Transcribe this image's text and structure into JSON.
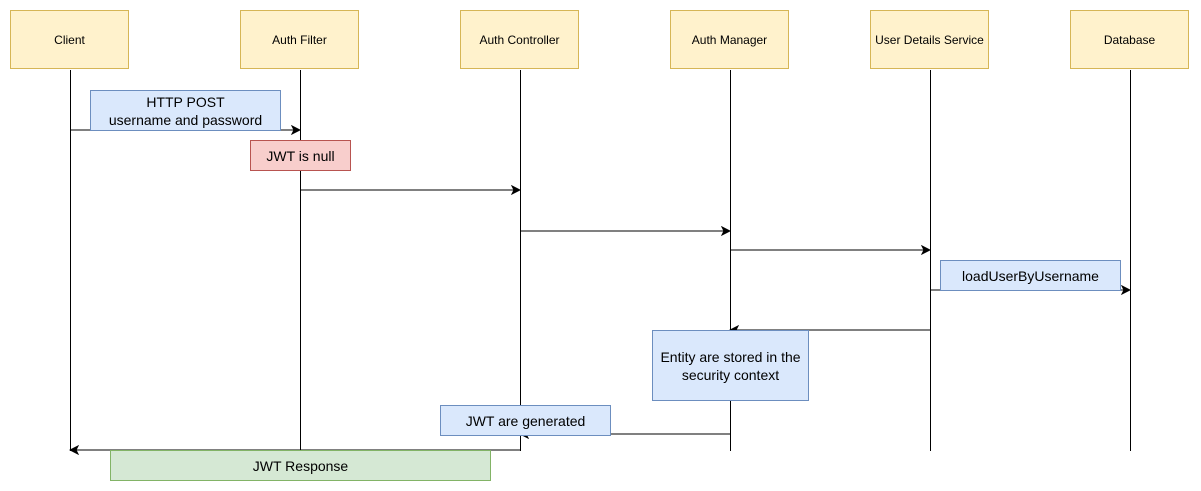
{
  "participants": [
    {
      "label": "Client"
    },
    {
      "label": "Auth Filter"
    },
    {
      "label": "Auth Controller"
    },
    {
      "label": "Auth Manager"
    },
    {
      "label": "User Details Service"
    },
    {
      "label": "Database"
    }
  ],
  "notes": {
    "http_post": "HTTP POST\nusername and password",
    "jwt_null": "JWT is null",
    "load_user": "loadUserByUsername",
    "entity_stored": "Entity are stored in the security context",
    "jwt_generated": "JWT are generated",
    "jwt_response": "JWT Response"
  },
  "messages": [
    {
      "from": 0,
      "to": 1
    },
    {
      "from": 1,
      "to": 2
    },
    {
      "from": 2,
      "to": 3
    },
    {
      "from": 3,
      "to": 4
    },
    {
      "from": 4,
      "to": 5
    },
    {
      "from": 4,
      "to": 3
    },
    {
      "from": 3,
      "to": 2
    },
    {
      "from": 2,
      "to": 0
    }
  ],
  "colors": {
    "participant_fill": "#fff2cc",
    "participant_stroke": "#d6b656",
    "note_blue_fill": "#dae8fc",
    "note_blue_stroke": "#6c8ebf",
    "note_red_fill": "#f8cecc",
    "note_red_stroke": "#b85450",
    "note_green_fill": "#d5e8d4",
    "note_green_stroke": "#82b366",
    "line": "#000000"
  }
}
